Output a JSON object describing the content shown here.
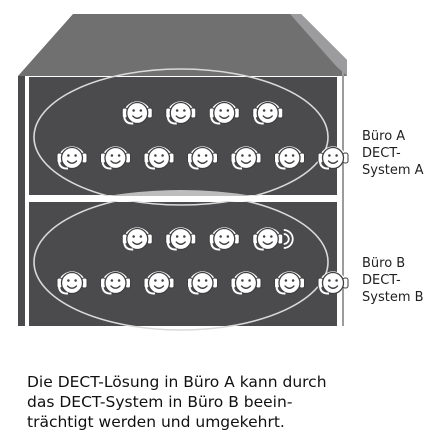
{
  "offices": [
    {
      "name": "Büro A",
      "system_lines": [
        "DECT-",
        "System A"
      ],
      "rows": [
        {
          "heads": 4,
          "speaking": false
        },
        {
          "heads": 7,
          "speaking": false
        }
      ]
    },
    {
      "name": "Büro B",
      "system_lines": [
        "DECT-",
        "System B"
      ],
      "rows": [
        {
          "heads": 4,
          "speaking": true
        },
        {
          "heads": 7,
          "speaking": false
        }
      ]
    }
  ],
  "caption_lines": [
    "Die DECT-Lösung in Büro A kann durch",
    "das DECT-System in Büro B beein-",
    "trächtigt werden und umgekehrt."
  ],
  "colors": {
    "building_fill": "#4b4b4d",
    "roof_fill": "#707071",
    "roof_edge": "#9c9c9e",
    "coverage_ellipse": "#d9d9da",
    "overlap_band": "#bdbdbe",
    "head_fill": "#ffffff",
    "head_stroke": "#3e3e40",
    "text": "#1f1f1f"
  },
  "icons": {
    "person": "headset-person-icon",
    "signal": "radio-waves-icon"
  }
}
